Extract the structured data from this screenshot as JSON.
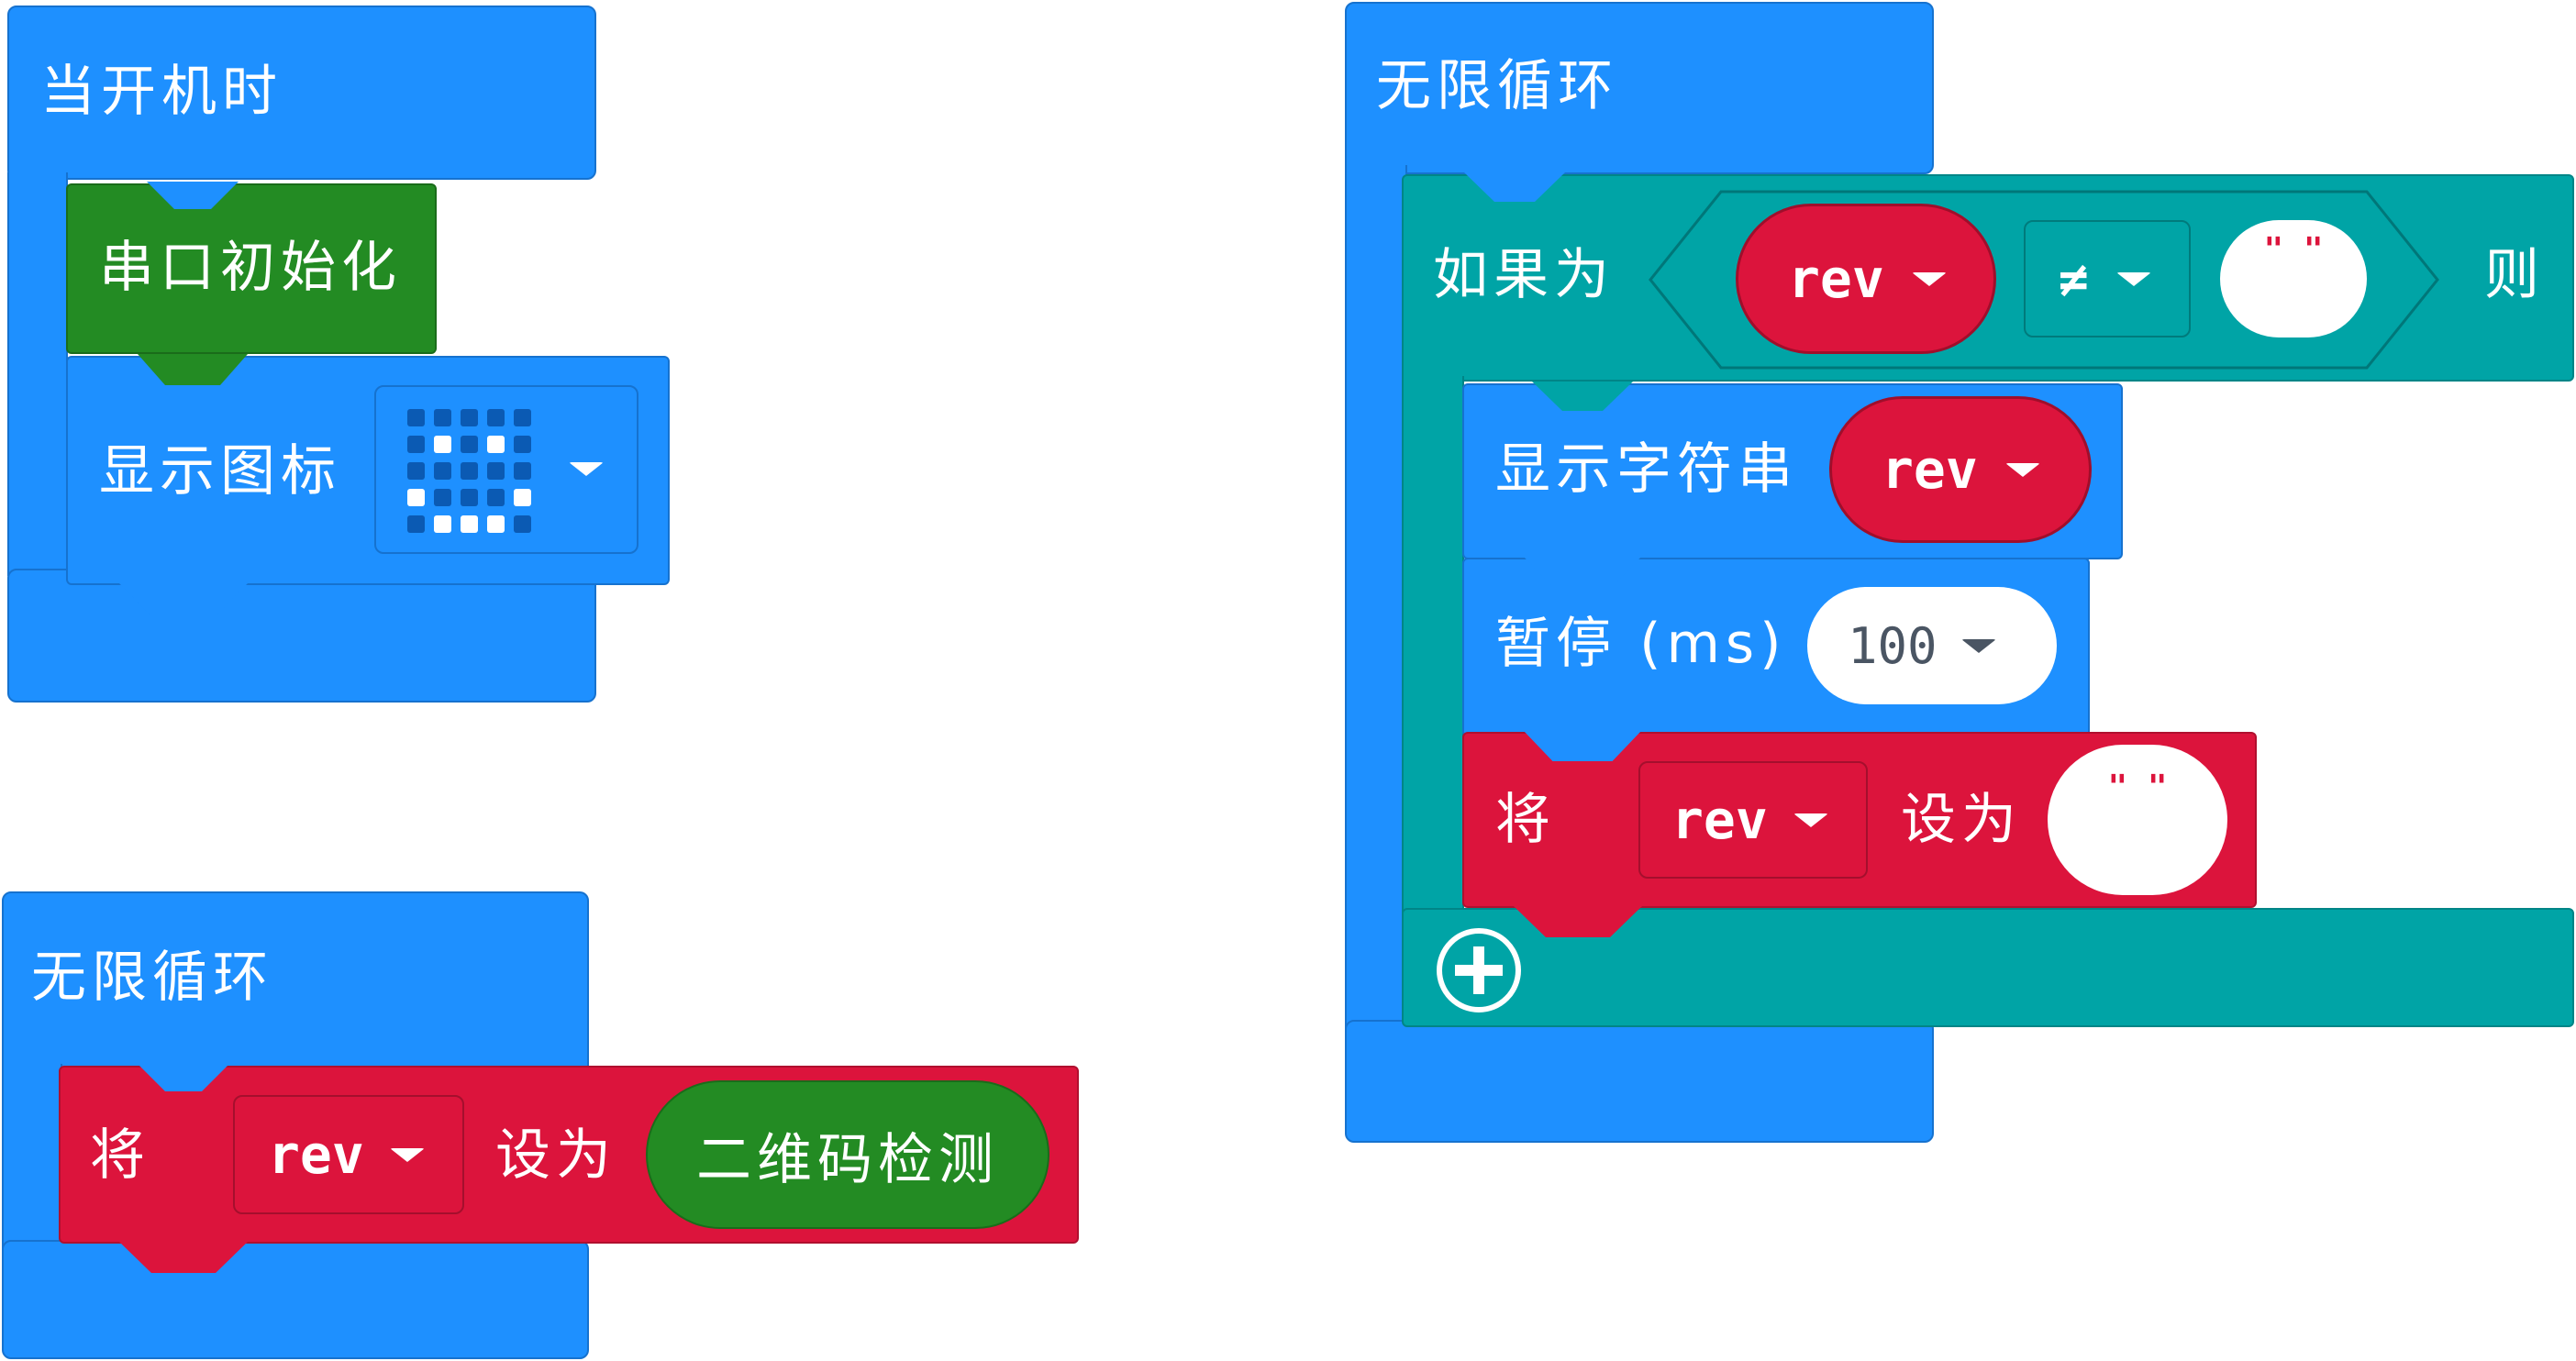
{
  "on_start": {
    "hat_label": "当开机时",
    "serial_init_label": "串口初始化",
    "show_icon_label": "显示图标",
    "icon_grid": [
      [
        0,
        0,
        0,
        0,
        0
      ],
      [
        0,
        1,
        0,
        1,
        0
      ],
      [
        0,
        0,
        0,
        0,
        0
      ],
      [
        1,
        0,
        0,
        0,
        1
      ],
      [
        0,
        1,
        1,
        1,
        0
      ]
    ]
  },
  "forever_left": {
    "hat_label": "无限循环",
    "set_label": "将",
    "var_name": "rev",
    "set_to_label": "设为",
    "value_label": "二维码检测"
  },
  "forever_right": {
    "hat_label": "无限循环",
    "if_label": "如果为",
    "then_label": "则",
    "cond_var": "rev",
    "cond_op": "≠",
    "cond_value": "\" \"",
    "show_string_label": "显示字符串",
    "show_string_var": "rev",
    "pause_label": "暂停 (ms)",
    "pause_value": "100",
    "set_label": "将",
    "set_var": "rev",
    "set_to_label": "设为",
    "set_value": "\" \""
  },
  "colors": {
    "basic_blue": "#1e90ff",
    "serial_green": "#238b23",
    "variable_red": "#dc143c",
    "logic_teal": "#00a4a6"
  }
}
